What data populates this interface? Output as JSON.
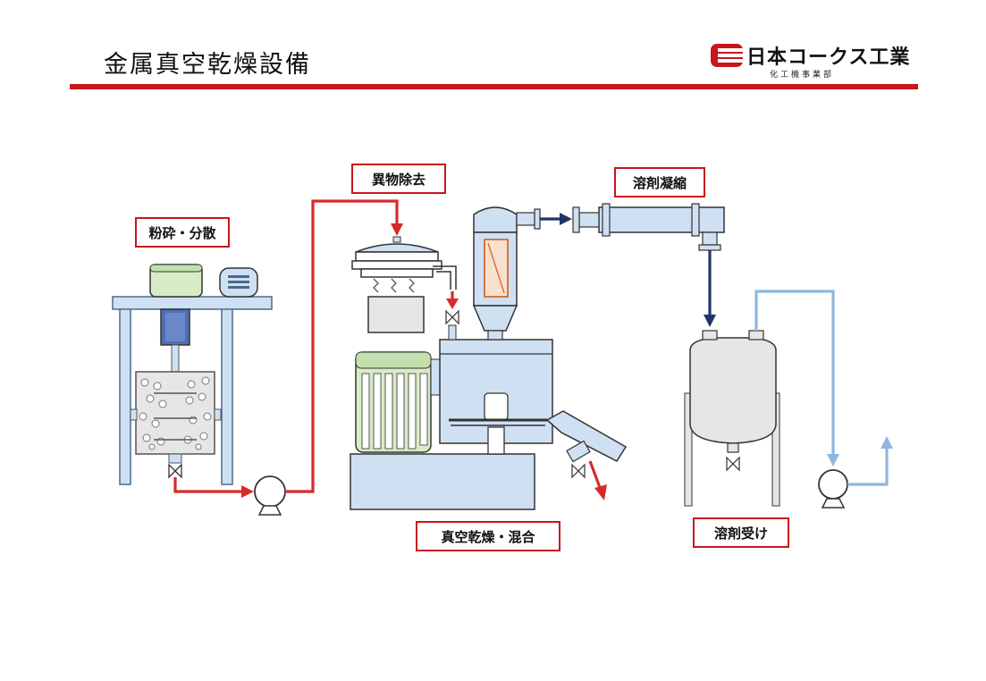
{
  "header": {
    "title": "金属真空乾燥設備",
    "logo_name": "日本コークス工業",
    "logo_sub": "化工機事業部"
  },
  "labels": {
    "grinding": "粉砕・分散",
    "foreign_removal": "異物除去",
    "solvent_condense": "溶剤凝縮",
    "vacuum_dry_mix": "真空乾燥・混合",
    "solvent_receive": "溶剤受け"
  },
  "colors": {
    "accent_red": "#c8161d",
    "product_flow": "#d62a2a",
    "vapor_flow": "#1f3566",
    "solvent_flow": "#8fb6e0",
    "equipment_blue": "#cfe0f3",
    "motor_green": "#d7ecc6"
  }
}
